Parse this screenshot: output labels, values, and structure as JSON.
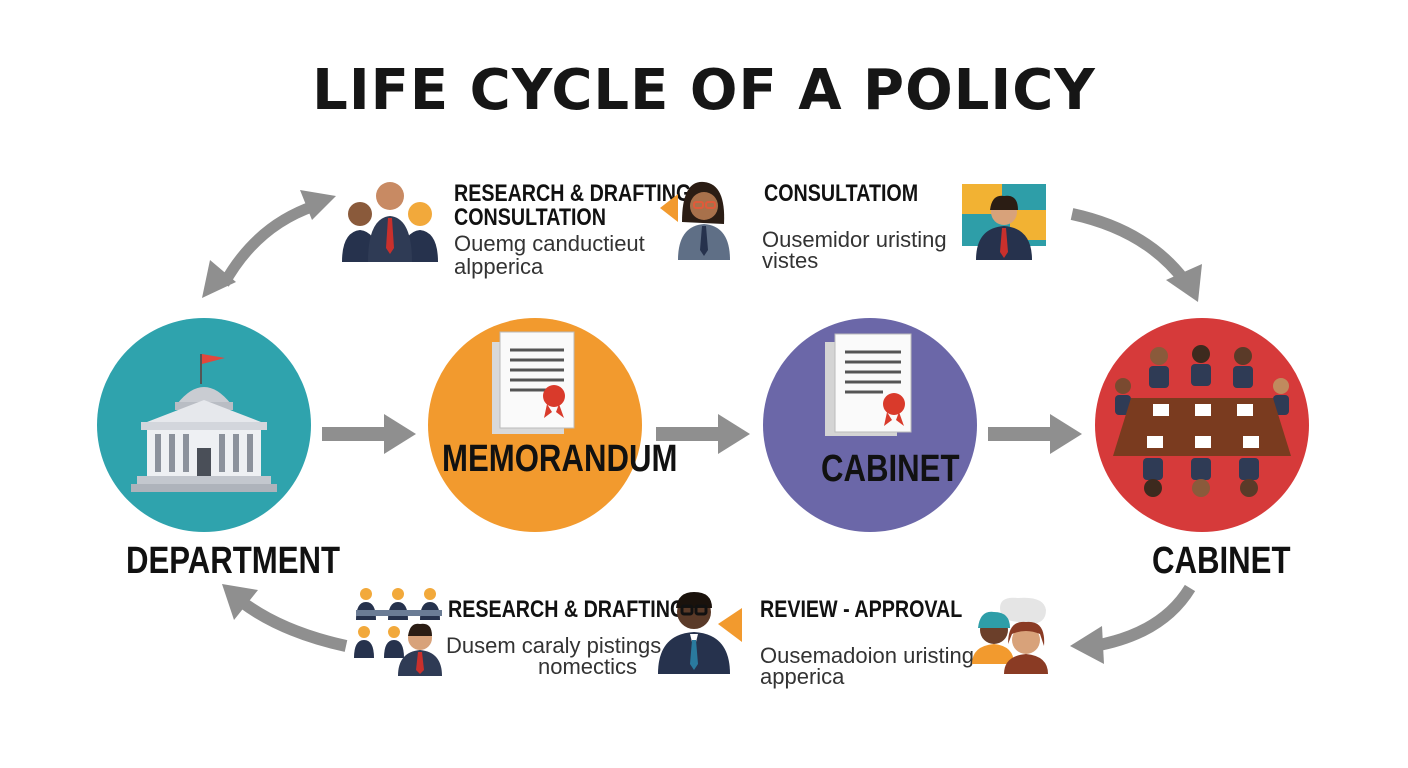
{
  "title": "LIFE CYCLE OF A POLICY",
  "stages": {
    "department": "DEPARTMENT",
    "memorandum": "MEMORANDUM",
    "cabinet_mid": "CABINET",
    "cabinet_right": "CABINET"
  },
  "top_left": {
    "heading1": "RESEARCH & DRAFTING",
    "heading2": "CONSULTATION",
    "desc1": "Ouemg canductiеut",
    "desc2": "alpperica"
  },
  "top_right": {
    "heading": "CONSULTATIOM",
    "desc1": "Ousemidor uristing",
    "desc2": "vistes"
  },
  "bottom_left": {
    "heading": "RESEARCH & DRAFTING",
    "desc1": "Dusem caraly pistings",
    "desc2": "nomectics"
  },
  "bottom_right": {
    "heading": "REVIEW - APPROVAL",
    "desc1": "Ousemadoion uristing",
    "desc2": "apperica"
  },
  "colors": {
    "department": "#2fa3ad",
    "memorandum": "#f29a2e",
    "cabinet_mid": "#6b67a8",
    "cabinet_right": "#d63a3a",
    "arrow": "#8f8f8f"
  },
  "icons": [
    "capitol-building-icon",
    "document-seal-icon",
    "meeting-table-icon",
    "people-group-icon",
    "person-icon"
  ]
}
